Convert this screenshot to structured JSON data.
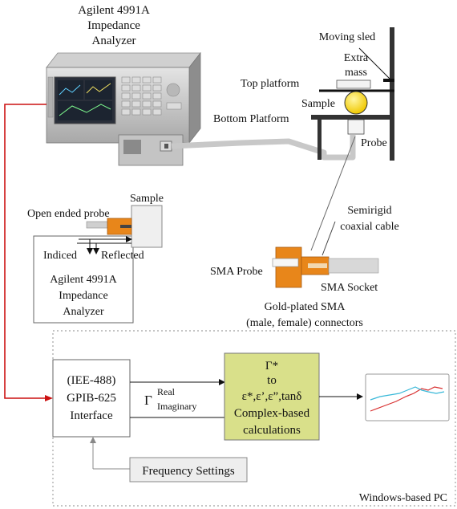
{
  "analyzer_title": [
    "Agilent 4991A",
    "Impedance",
    "Analyzer"
  ],
  "setup_labels": {
    "moving_sled": "Moving sled",
    "extra_mass": [
      "Extra",
      "mass"
    ],
    "top_platform": "Top platform",
    "sample": "Sample",
    "bottom_platform": "Bottom Platform",
    "probe": "Probe"
  },
  "probe_detail": {
    "sample": "Sample",
    "open_ended_probe": "Open ended probe",
    "indiced": "Indiced",
    "reflected": "Reflected",
    "analyzer": [
      "Agilent 4991A",
      "Impedance",
      "Analyzer"
    ]
  },
  "cable_labels": {
    "semirigid": [
      "Semirigid",
      "coaxial cable"
    ],
    "sma_probe": "SMA Probe",
    "sma_socket": "SMA Socket",
    "gold_plated": [
      "Gold-plated SMA",
      "(male, female) connectors"
    ]
  },
  "pc_section": {
    "interface": [
      "(IEE-488)",
      "GPIB-625",
      "Interface"
    ],
    "gamma_symbol": "Γ",
    "gamma_real": "Real",
    "gamma_imaginary": "Imaginary",
    "calc": [
      "Γ*",
      "to",
      "ε*,ε’,ε”,tanδ",
      "Complex-based",
      "calculations"
    ],
    "frequency_settings": "Frequency Settings",
    "windows_pc": "Windows-based PC"
  },
  "colors": {
    "gpib_line": "#cc1111",
    "calc_box_fill": "#d9e08a",
    "chart_line_red": "#d83030",
    "chart_line_cyan": "#38b8d8",
    "connector_orange": "#e8861a"
  }
}
